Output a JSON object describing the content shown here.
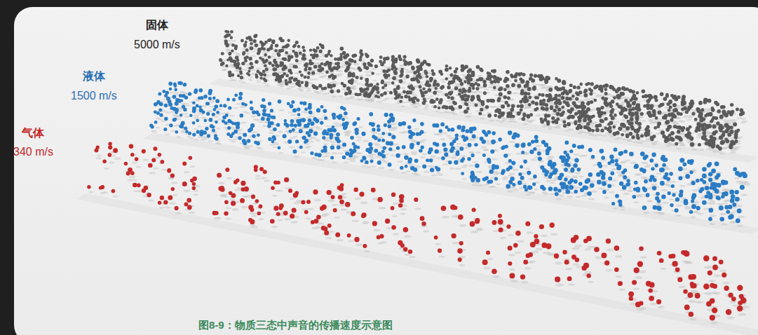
{
  "diagram": {
    "caption": "图8-9：物质三态中声音的传播速度示意图",
    "labels": [
      "固体",
      "5000 m/s",
      "液体",
      "1500 m/s",
      "气体",
      "340 m/s"
    ]
  }
}
